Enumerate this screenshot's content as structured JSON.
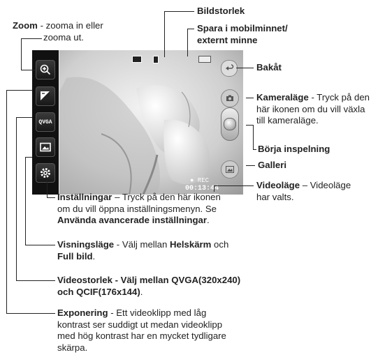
{
  "labels": {
    "bildstorlek": "Bildstorlek",
    "spara_line1": "Spara i mobilminnet/",
    "spara_line2": "externt minne",
    "zoom_bold": "Zoom",
    "zoom_line1_rest": " - zooma in eller",
    "zoom_line2": "zooma ut.",
    "bakat": "Bakåt",
    "kameralage_bold": "Kameraläge",
    "kameralage_line1_rest": " - Tryck på den",
    "kameralage_line2": "här ikonen om du vill växla",
    "kameralage_line3": "till kameraläge.",
    "borja": "Börja inspelning",
    "galleri": "Galleri",
    "videolage_bold": "Videoläge",
    "videolage_line1_rest": " – Videoläge",
    "videolage_line2": "har valts.",
    "installningar_bold": "Inställningar",
    "installningar_line1_rest": " – Tryck på den här ikonen",
    "installningar_line2": "om du vill öppna inställningsmenyn. Se",
    "installningar_line3": "Använda avancerade inställningar",
    "installningar_line3_end": ".",
    "visning_bold": "Visningsläge",
    "visning_line1_rest": " - Välj mellan ",
    "visning_line1_bold2": "Helskärm",
    "visning_line1_end": " och",
    "visning_line2_bold": "Full bild",
    "visning_line2_end": ".",
    "videostorlek_line1": "Videostorlek - Välj mellan QVGA(320x240)",
    "videostorlek_line2": "och QCIF(176x144)",
    "videostorlek_line2_end": ".",
    "exponering_bold": "Exponering",
    "exponering_line1_rest": " - Ett videoklipp med låg",
    "exponering_line2": "kontrast ser suddigt ut medan videoklipp",
    "exponering_line3": "med hög kontrast har en mycket tydligare",
    "exponering_line4": "skärpa."
  },
  "screen": {
    "rec": "● REC",
    "timer": "00:13:44",
    "resolution_badge": "QVGA",
    "icons": [
      "zoom-icon",
      "exposure-icon",
      "video-size-icon",
      "view-mode-icon",
      "settings-icon",
      "back-icon",
      "camera-icon",
      "record-icon",
      "gallery-icon",
      "image-size-icon",
      "storage-icon",
      "battery-icon"
    ]
  }
}
